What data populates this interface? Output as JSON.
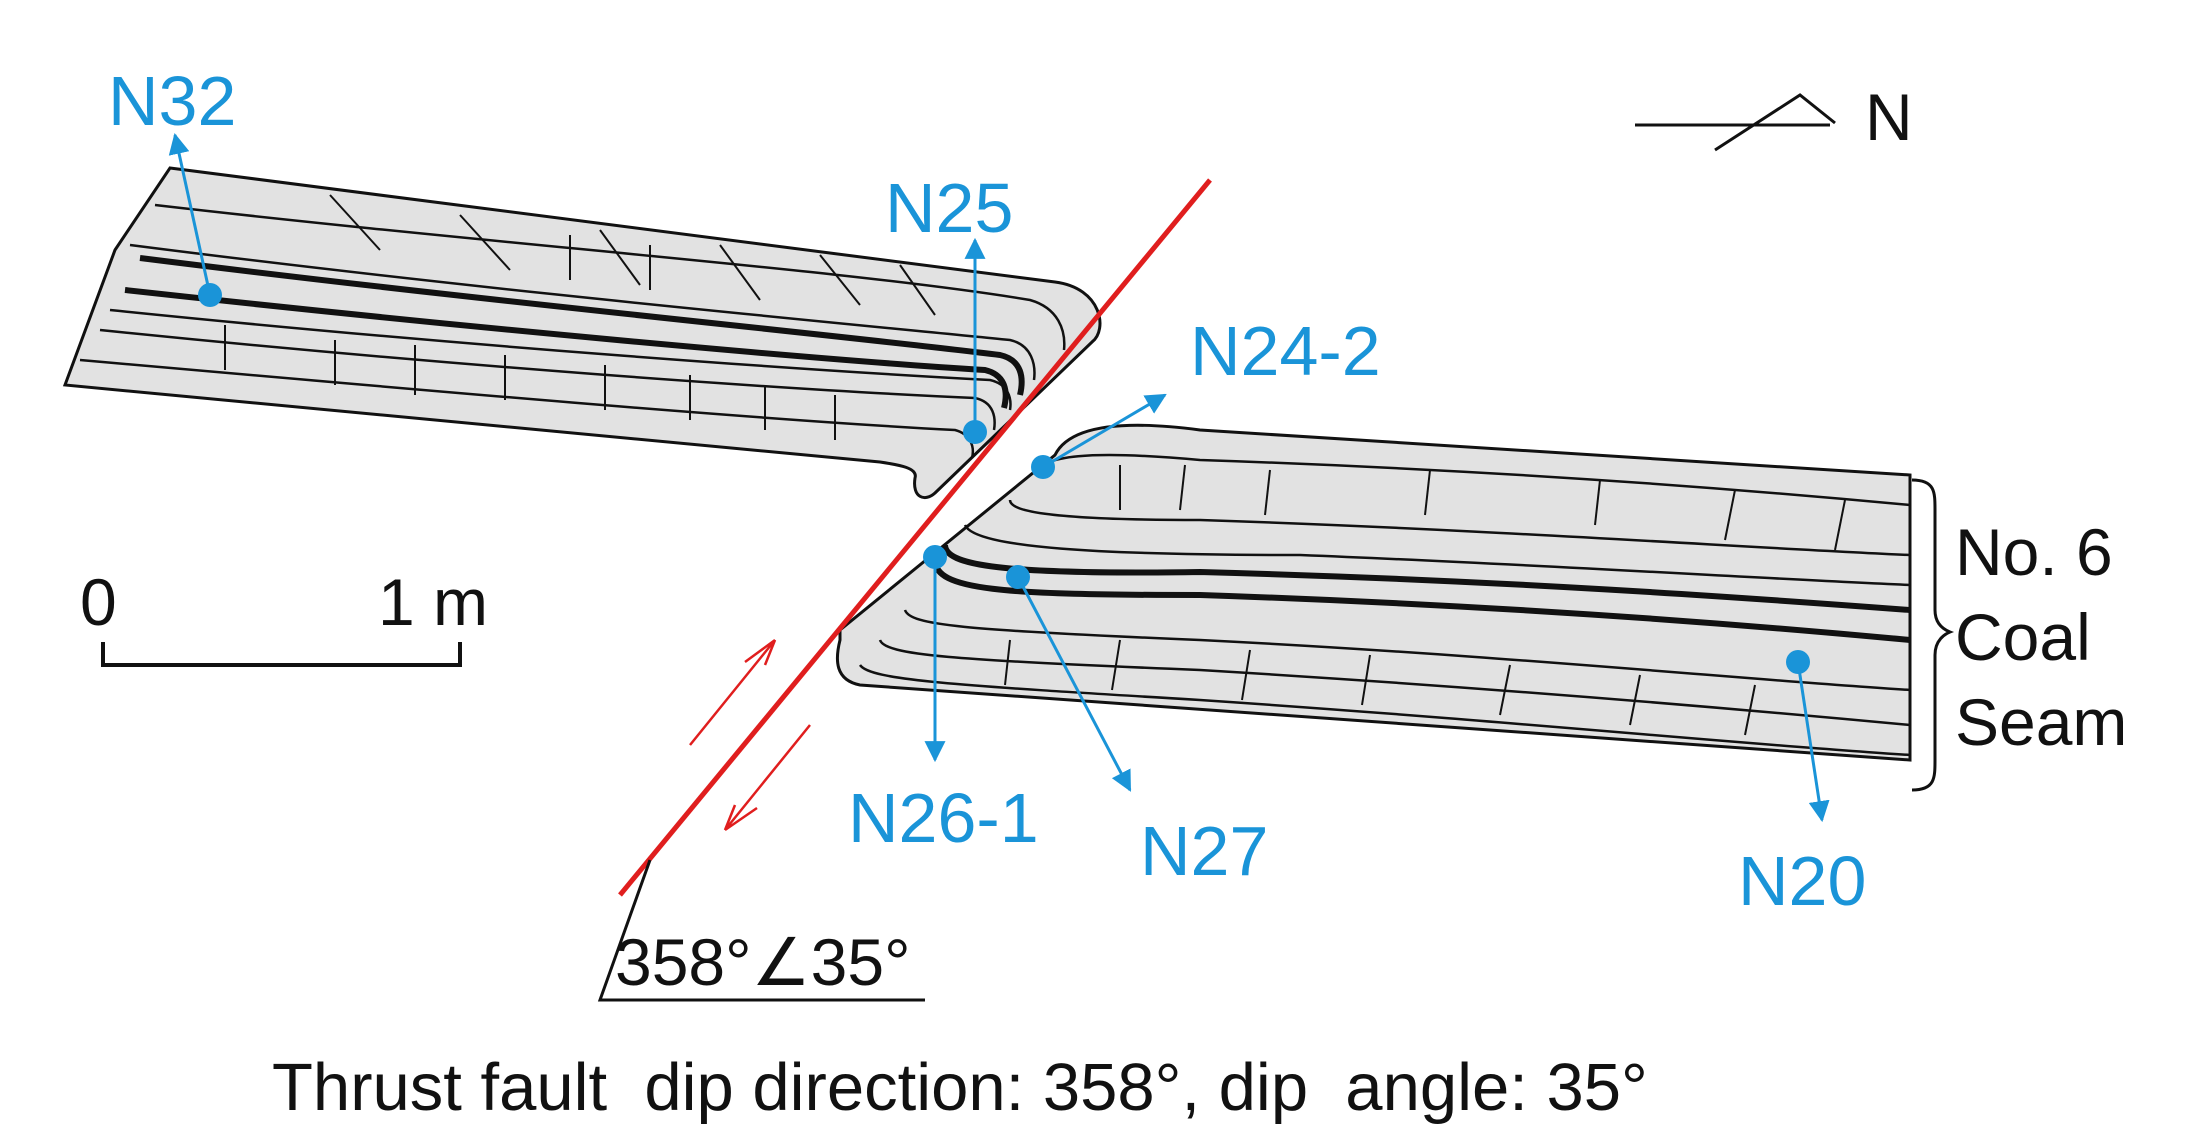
{
  "samples": [
    {
      "id": "N32",
      "label": "N32"
    },
    {
      "id": "N25",
      "label": "N25"
    },
    {
      "id": "N24-2",
      "label": "N24-2"
    },
    {
      "id": "N26-1",
      "label": "N26-1"
    },
    {
      "id": "N27",
      "label": "N27"
    },
    {
      "id": "N20",
      "label": "N20"
    }
  ],
  "north_arrow": {
    "label": "N"
  },
  "scale_bar": {
    "start_label": "0",
    "end_label": "1 m"
  },
  "seam_label": {
    "line1": "No. 6",
    "line2": "Coal",
    "line3": "Seam"
  },
  "fault": {
    "attitude_label": "358°∠35°"
  },
  "caption": "Thrust fault  dip direction: 358°, dip  angle: 35°",
  "colors": {
    "label_blue": "#1a94d8",
    "fault_red": "#e01e1e",
    "strata_fill": "#e2e2e2",
    "line_black": "#111111"
  }
}
